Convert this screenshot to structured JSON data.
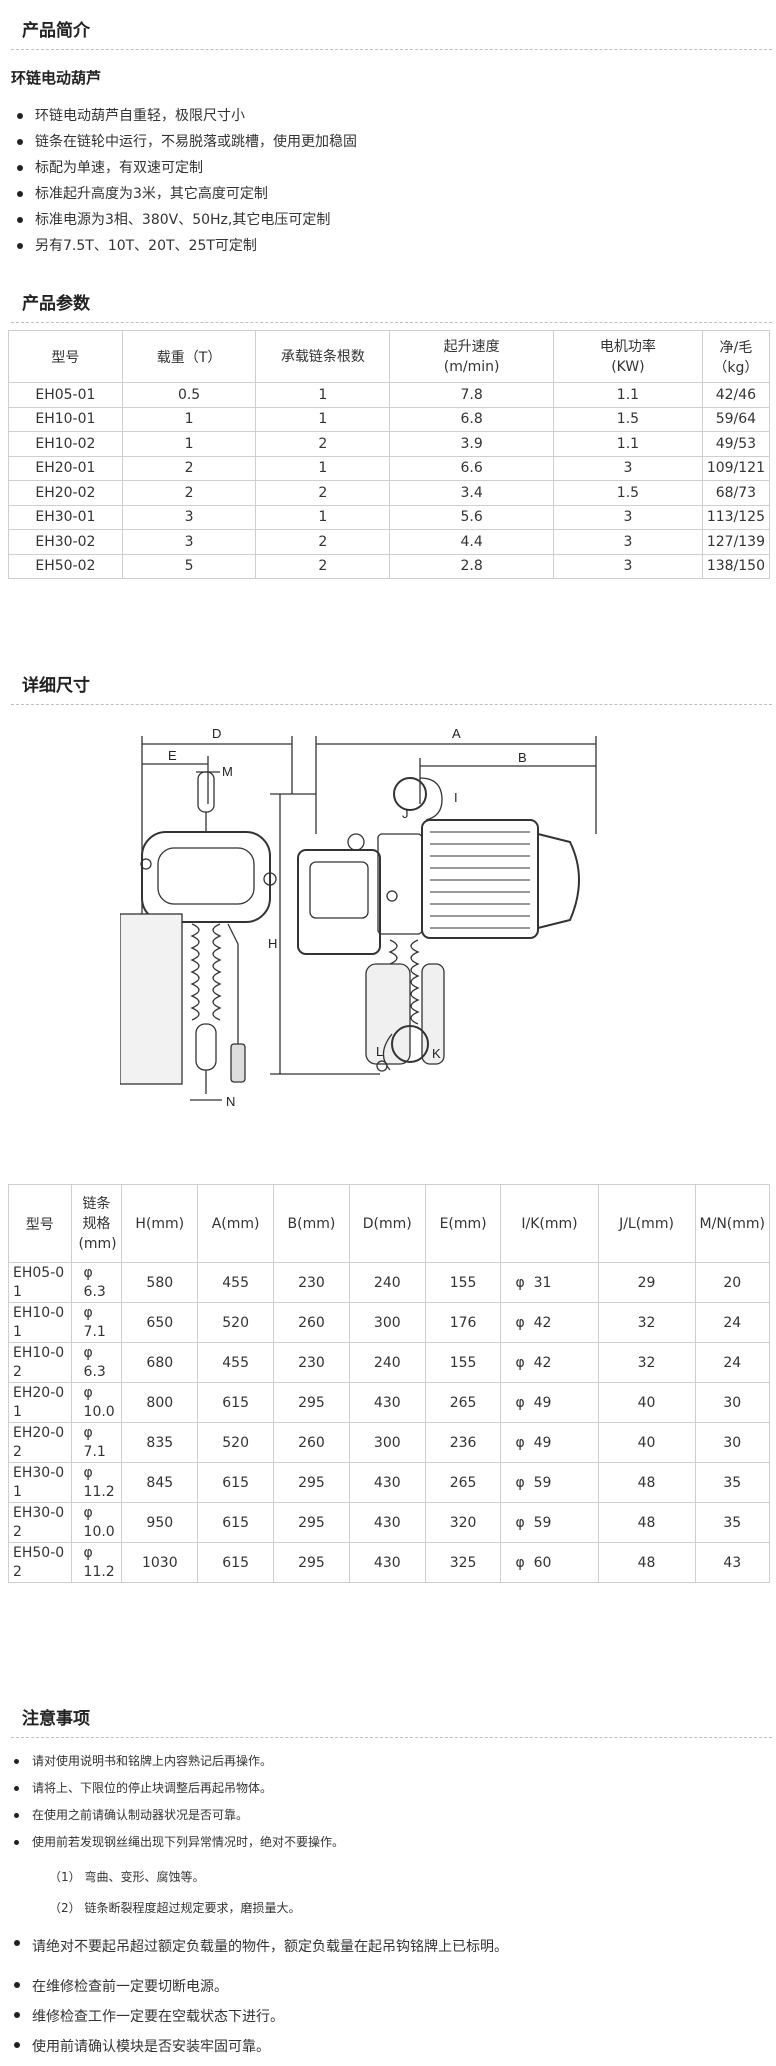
{
  "intro": {
    "section_title": "产品简介",
    "product_name": "环链电动葫芦",
    "features": [
      "环链电动葫芦自重轻，极限尺寸小",
      "链条在链轮中运行，不易脱落或跳槽，使用更加稳固",
      "标配为单速，有双速可定制",
      "标准起升高度为3米，其它高度可定制",
      "标准电源为3相、380V、50Hz,其它电压可定制",
      "另有7.5T、10T、20T、25T可定制"
    ]
  },
  "params": {
    "section_title": "产品参数",
    "headers": [
      "型号",
      "载重（T）",
      "承载链条根数",
      "起升速度 (m/min)",
      "电机功率 (KW)",
      "净/毛（kg）"
    ],
    "rows": [
      [
        "EH05-01",
        "0.5",
        "1",
        "7.8",
        "1.1",
        "42/46"
      ],
      [
        "EH10-01",
        "1",
        "1",
        "6.8",
        "1.5",
        "59/64"
      ],
      [
        "EH10-02",
        "1",
        "2",
        "3.9",
        "1.1",
        "49/53"
      ],
      [
        "EH20-01",
        "2",
        "1",
        "6.6",
        "3",
        "109/121"
      ],
      [
        "EH20-02",
        "2",
        "2",
        "3.4",
        "1.5",
        "68/73"
      ],
      [
        "EH30-01",
        "3",
        "1",
        "5.6",
        "3",
        "113/125"
      ],
      [
        "EH30-02",
        "3",
        "2",
        "4.4",
        "3",
        "127/139"
      ],
      [
        "EH50-02",
        "5",
        "2",
        "2.8",
        "3",
        "138/150"
      ]
    ]
  },
  "dimensions": {
    "section_title": "详细尺寸",
    "drawing_labels": {
      "D": "D",
      "E": "E",
      "M": "M",
      "N": "N",
      "A": "A",
      "B": "B",
      "H": "H",
      "I": "I",
      "J": "J",
      "K": "K",
      "L": "L"
    },
    "headers": [
      "型号",
      "链条规格 (mm)",
      "H(mm)",
      "A(mm)",
      "B(mm)",
      "D(mm)",
      "E(mm)",
      "I/K(mm)",
      "J/L(mm)",
      "M/N(mm)"
    ],
    "rows": [
      [
        "EH05-01",
        "φ 6.3",
        "580",
        "455",
        "230",
        "240",
        "155",
        "φ  31",
        "29",
        "20"
      ],
      [
        "EH10-01",
        "φ 7.1",
        "650",
        "520",
        "260",
        "300",
        "176",
        "φ  42",
        "32",
        "24"
      ],
      [
        "EH10-02",
        "φ 6.3",
        "680",
        "455",
        "230",
        "240",
        "155",
        "φ  42",
        "32",
        "24"
      ],
      [
        "EH20-01",
        "φ 10.0",
        "800",
        "615",
        "295",
        "430",
        "265",
        "φ  49",
        "40",
        "30"
      ],
      [
        "EH20-02",
        "φ 7.1",
        "835",
        "520",
        "260",
        "300",
        "236",
        "φ  49",
        "40",
        "30"
      ],
      [
        "EH30-01",
        "φ 11.2",
        "845",
        "615",
        "295",
        "430",
        "265",
        "φ  59",
        "48",
        "35"
      ],
      [
        "EH30-02",
        "φ 10.0",
        "950",
        "615",
        "295",
        "430",
        "320",
        "φ  59",
        "48",
        "35"
      ],
      [
        "EH50-02",
        "φ 11.2",
        "1030",
        "615",
        "295",
        "430",
        "325",
        "φ  60",
        "48",
        "43"
      ]
    ]
  },
  "notes": {
    "section_title": "注意事项",
    "small_items": [
      "请对使用说明书和铭牌上内容熟记后再操作。",
      "请将上、下限位的停止块调整后再起吊物体。",
      "在使用之前请确认制动器状况是否可靠。",
      "使用前若发现钢丝绳出现下列异常情况时，绝对不要操作。"
    ],
    "sub_items": [
      "（1） 弯曲、变形、腐蚀等。",
      "（2） 链条断裂程度超过规定要求，磨损量大。"
    ],
    "large_items": [
      "请绝对不要起吊超过额定负载量的物件，额定负载量在起吊钩铭牌上已标明。",
      "在维修检查前一定要切断电源。",
      "维修检查工作一定要在空载状态下进行。",
      "使用前请确认模块是否安装牢固可靠。"
    ]
  }
}
